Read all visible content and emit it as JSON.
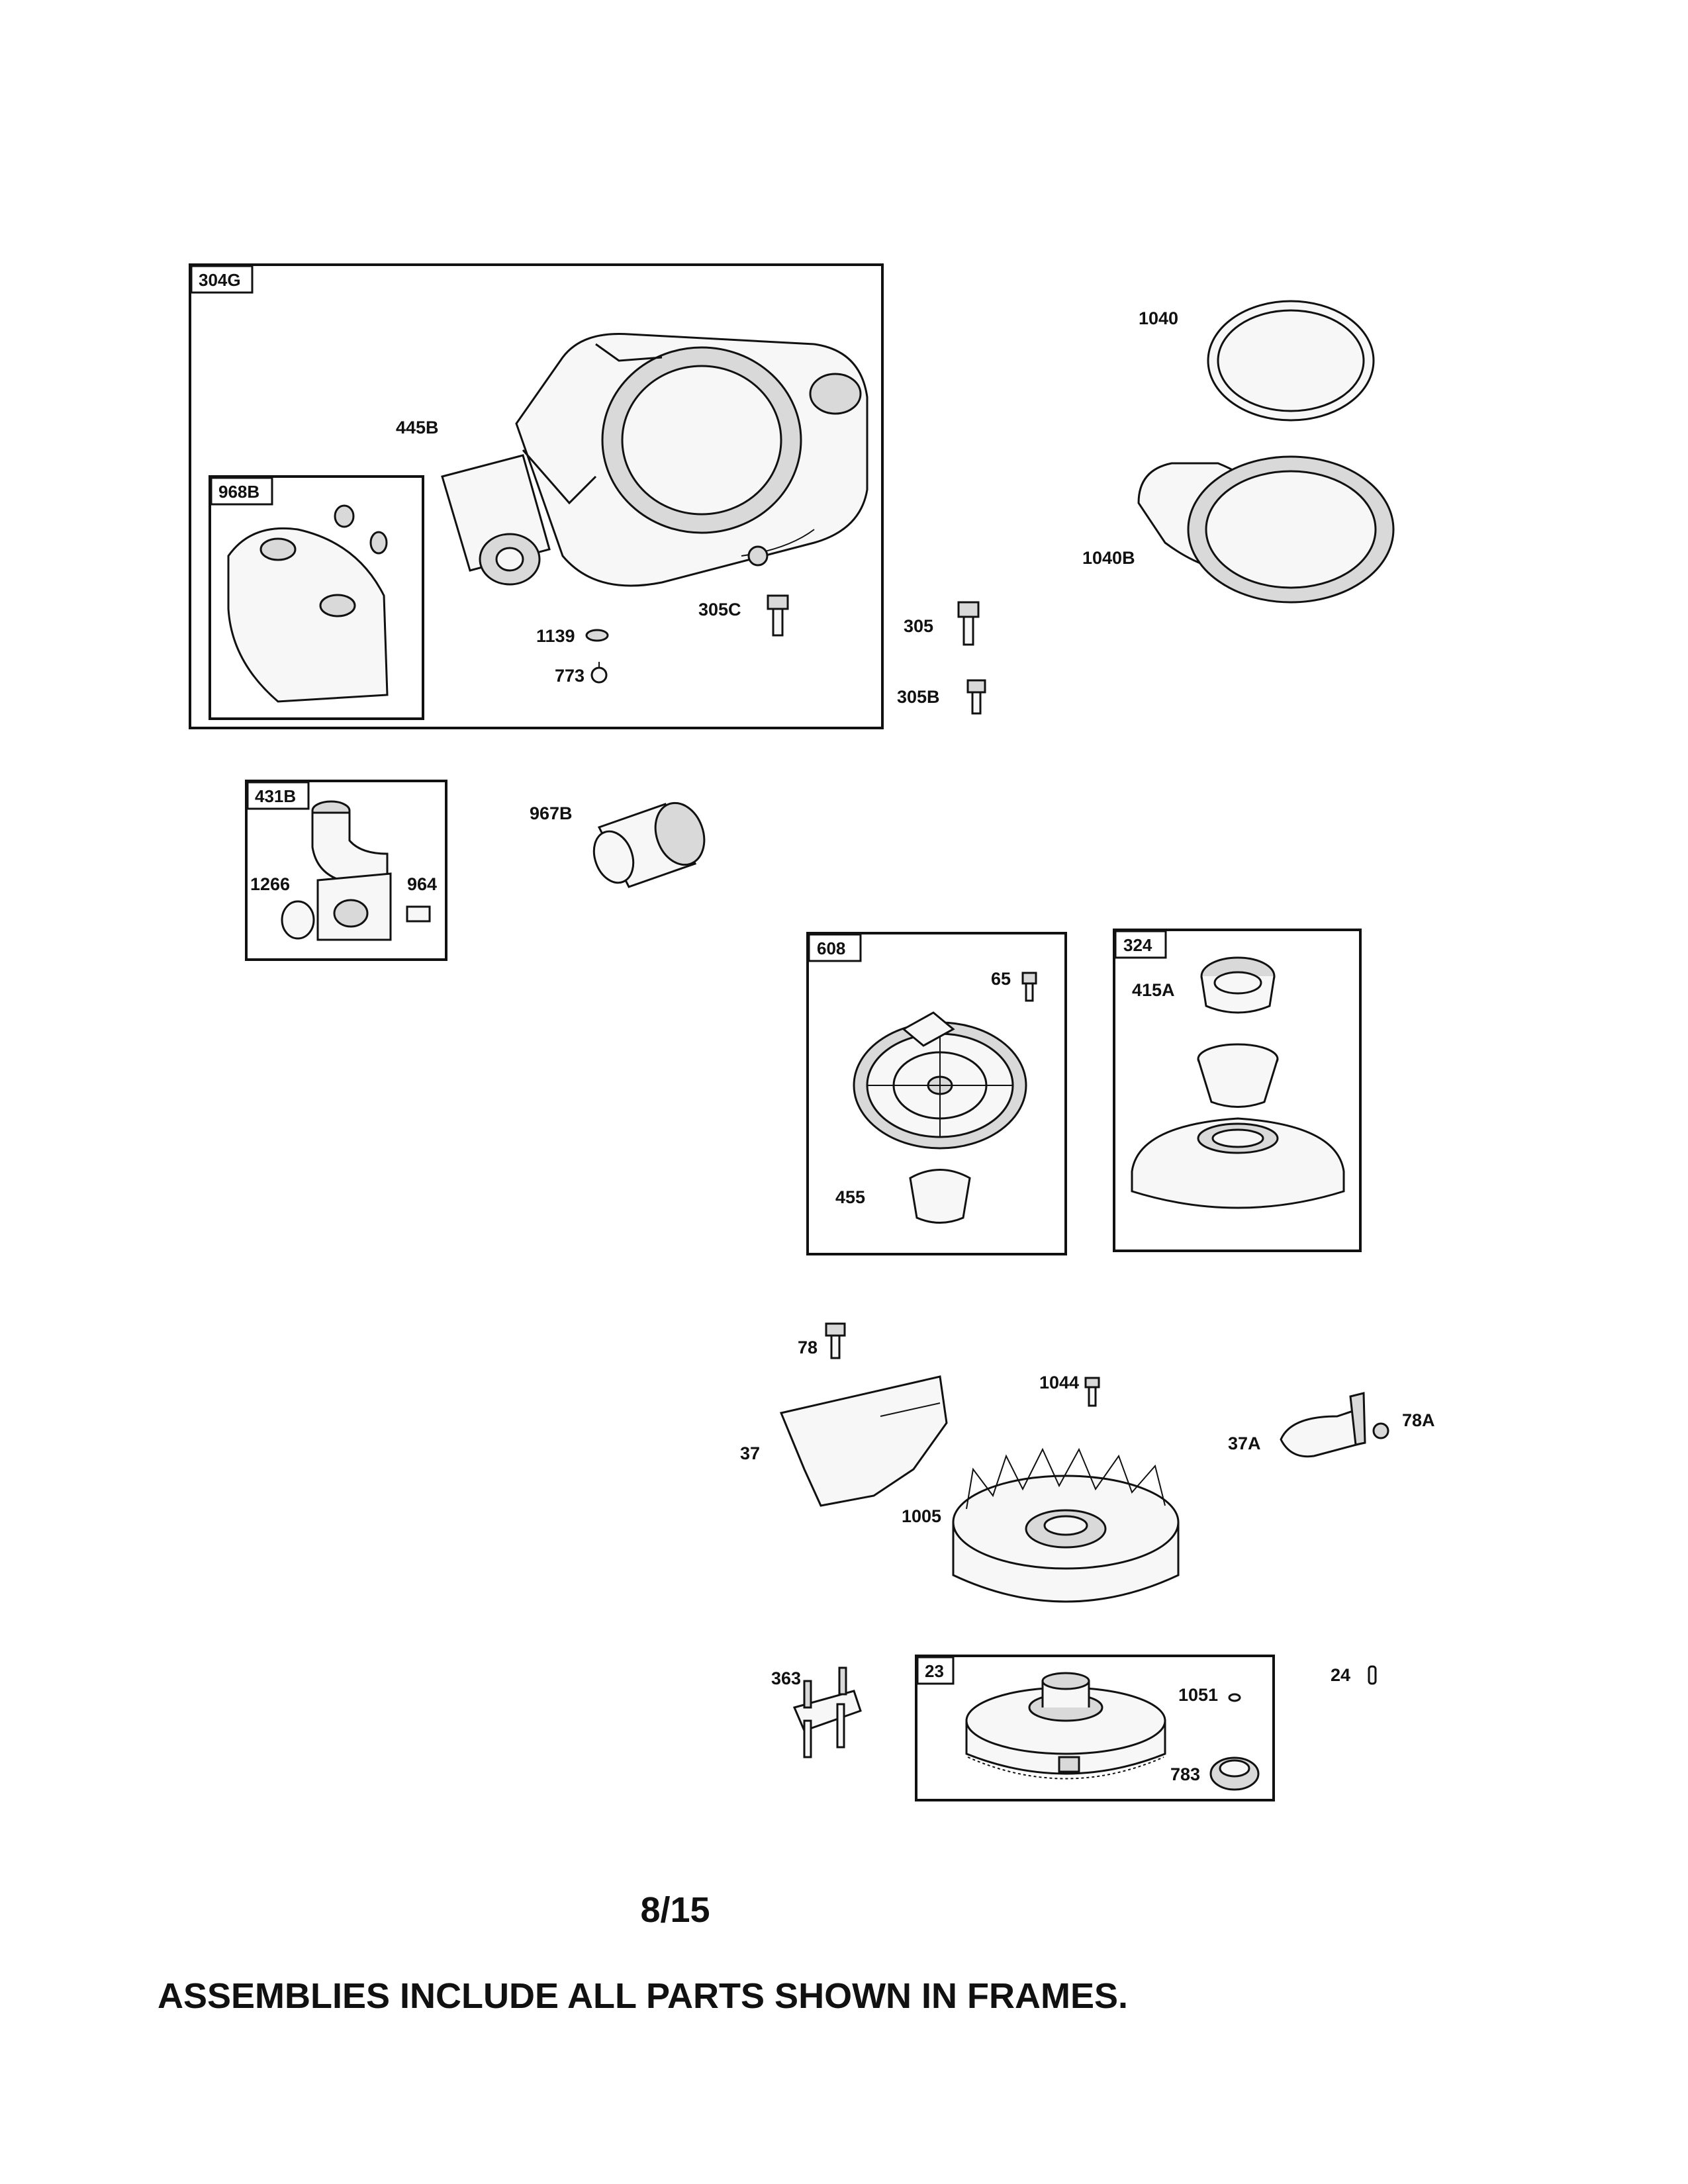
{
  "labels": {
    "frame_304G": "304G",
    "frame_968B": "968B",
    "frame_431B": "431B",
    "frame_608": "608",
    "frame_324": "324",
    "frame_23": "23",
    "p445B": "445B",
    "p1139": "1139",
    "p773": "773",
    "p305C": "305C",
    "p305": "305",
    "p305B": "305B",
    "p1040": "1040",
    "p1040B": "1040B",
    "p967B": "967B",
    "p1266": "1266",
    "p964": "964",
    "p65": "65",
    "p455": "455",
    "p415A": "415A",
    "p78": "78",
    "p1044": "1044",
    "p37": "37",
    "p37A": "37A",
    "p78A": "78A",
    "p1005": "1005",
    "p363": "363",
    "p1051": "1051",
    "p783": "783",
    "p24": "24"
  },
  "page_number": "8/15",
  "footer_note": "ASSEMBLIES INCLUDE ALL PARTS SHOWN IN FRAMES."
}
